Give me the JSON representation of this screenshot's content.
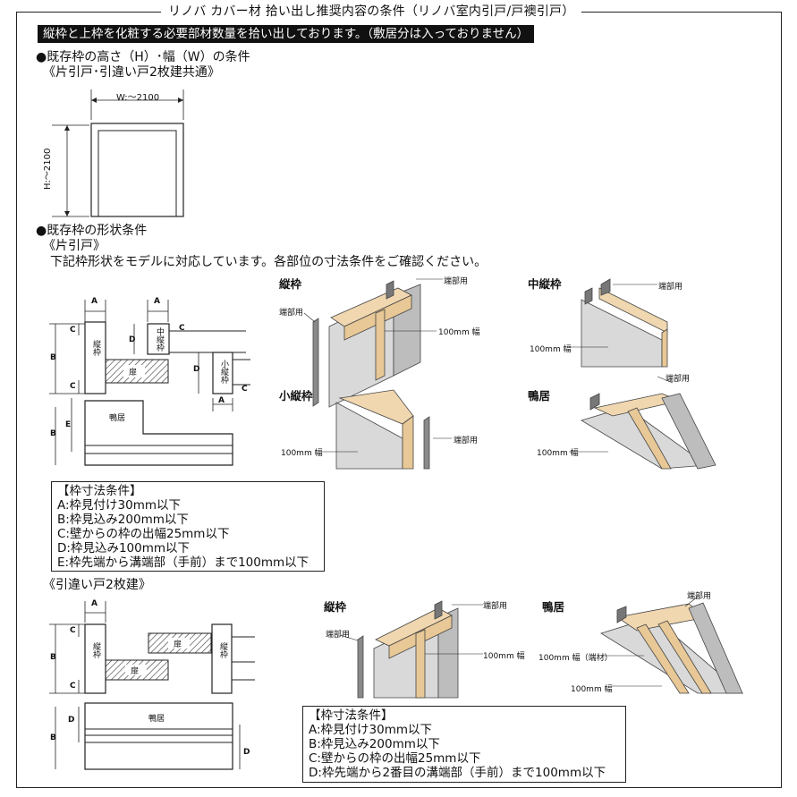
{
  "header": {
    "title": "リノバ カバー材 拾い出し推奨内容の条件（リノバ室内引戸/戸襖引戸）",
    "banner": "縦枠と上枠を化粧する必要部材数量を拾い出しております。（敷居分は入っておりません）"
  },
  "section1": {
    "heading": "●既存枠の高さ（H）･幅（W）の条件",
    "sub": "《片引戸･引違い戸2枚建共通》",
    "w_label": "W:～2100",
    "h_label": "H:～2100"
  },
  "section2": {
    "heading": "●既存枠の形状条件",
    "sub": "《片引戸》",
    "note": "下記枠形状をモデルに対応しています。各部位の寸法条件をご確認ください。"
  },
  "diagram1": {
    "A": "A",
    "B": "B",
    "C": "C",
    "D": "D",
    "E": "E",
    "tatewaku": "縦枠",
    "nakatatewaku": "中縦枠",
    "kotatewaku": "小縦枠",
    "tobira": "扉",
    "kamoi": "鴨居"
  },
  "parts1": {
    "tatewaku": "縦枠",
    "nakatatewaku": "中縦枠",
    "kotatewaku": "小縦枠",
    "kamoi": "鴨居",
    "tanbu": "端部用",
    "w100": "100mm 幅"
  },
  "conditions1": {
    "title": "【枠寸法条件】",
    "items": [
      "A:枠見付け30mm以下",
      "B:枠見込み200mm以下",
      "C:壁からの枠の出幅25mm以下",
      "D:枠見込み100mm以下",
      "E:枠先端から溝端部（手前）まで100mm以下"
    ]
  },
  "section3": {
    "sub": "《引違い戸2枚建》"
  },
  "diagram2": {
    "A": "A",
    "B": "B",
    "C": "C",
    "D": "D",
    "tatewaku": "縦枠",
    "tobira": "扉",
    "kamoi": "鴨居"
  },
  "parts2": {
    "tatewaku": "縦枠",
    "kamoi": "鴨居",
    "tanbu": "端部用",
    "w100": "100mm 幅",
    "w100_tanzai": "100mm 幅（端材）"
  },
  "conditions2": {
    "title": "【枠寸法条件】",
    "items": [
      "A:枠見付け30mm以下",
      "B:枠見込み200mm以下",
      "C:壁からの枠の出幅25mm以下",
      "D:枠先端から2番目の溝端部（手前）まで100mm以下"
    ]
  }
}
